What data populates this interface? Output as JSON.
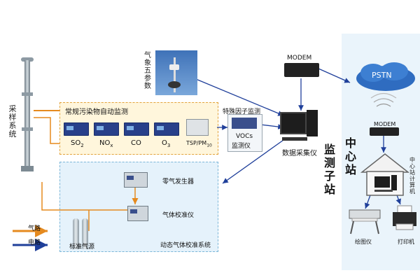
{
  "sampling_system": "采样系统",
  "weather_params": "气象五参数",
  "regular_monitor": "常规污染物自动监测",
  "pollutants": [
    {
      "base": "SO",
      "sub": "2"
    },
    {
      "base": "NO",
      "sub": "x"
    },
    {
      "base": "CO",
      "sub": ""
    },
    {
      "base": "O",
      "sub": "3"
    },
    {
      "base": "TSP/PM",
      "sub": "10"
    }
  ],
  "special_factor": "特殊因子监测",
  "vocs_line1": "VOCs",
  "vocs_line2": "监测仪",
  "data_collector": "数据采集仪",
  "monitor_substation": "监测子站",
  "zero_gas": "零气发生器",
  "gas_calibrator": "气体校准仪",
  "standard_gas": "标准气源",
  "dynamic_system": "动态气体校准系统",
  "legend_gas": "气路",
  "legend_elec": "电路",
  "modem_left": "MODEM",
  "modem_right": "MODEM",
  "pstn": "PSTN",
  "center_station": "中心站",
  "center_computer": "中心站计算机",
  "plotter": "绘图仪",
  "printer": "打印机",
  "colors": {
    "gas_line": "#e58a1f",
    "elec_line": "#1f3f9a",
    "panel_bg": "#eaf4fb"
  }
}
